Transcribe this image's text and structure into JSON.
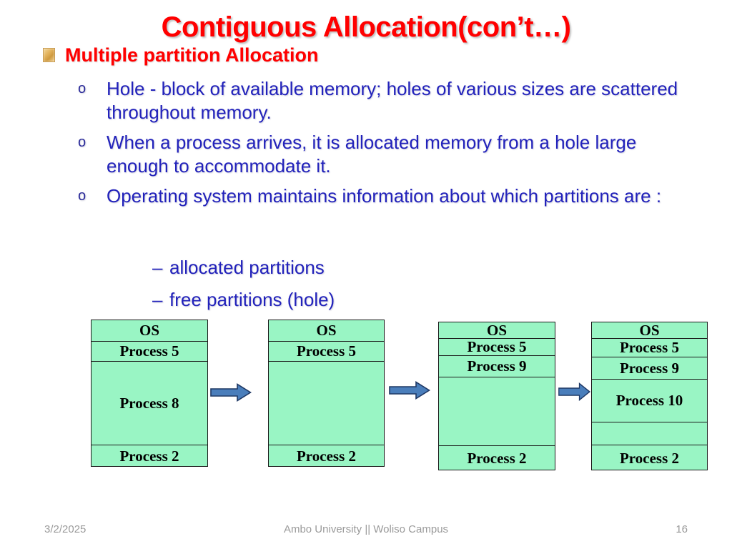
{
  "slide": {
    "title": "Contiguous Allocation(con’t…)",
    "heading_bullet_icon": "gold-square-bullet-icon",
    "heading": "Multiple partition Allocation",
    "bullets": [
      {
        "marker": "o",
        "text": "Hole - block of available memory; holes of various sizes are scattered throughout memory."
      },
      {
        "marker": "o",
        "text": "When a process arrives, it is allocated memory from a hole large enough to accommodate it."
      },
      {
        "marker": "o",
        "text": "Operating system maintains information about which partitions are :"
      }
    ],
    "sub_bullets": [
      {
        "marker": "–",
        "text": "allocated partitions"
      },
      {
        "marker": "–",
        "text": "free partitions (hole)"
      }
    ]
  },
  "diagram": {
    "type": "memory-partition-sequence",
    "block_fill_color": "#99f5c4",
    "block_border_color": "#1a1a1a",
    "arrow_fill_color": "#4a7ebb",
    "arrow_border_color": "#1f3864",
    "arrow_icon": "right-arrow-icon",
    "columns": [
      {
        "name": "memory-state-1",
        "cells": [
          {
            "label": "OS",
            "hole": false
          },
          {
            "label": "Process 5",
            "hole": false
          },
          {
            "label": "Process 8",
            "hole": false
          },
          {
            "label": "Process 2",
            "hole": false
          }
        ]
      },
      {
        "name": "memory-state-2",
        "cells": [
          {
            "label": "OS",
            "hole": false
          },
          {
            "label": "Process 5",
            "hole": false
          },
          {
            "label": "",
            "hole": true
          },
          {
            "label": "Process 2",
            "hole": false
          }
        ]
      },
      {
        "name": "memory-state-3",
        "cells": [
          {
            "label": "OS",
            "hole": false
          },
          {
            "label": "Process 5",
            "hole": false
          },
          {
            "label": "Process 9",
            "hole": false
          },
          {
            "label": "",
            "hole": true
          },
          {
            "label": "Process 2",
            "hole": false
          }
        ]
      },
      {
        "name": "memory-state-4",
        "cells": [
          {
            "label": "OS",
            "hole": false
          },
          {
            "label": "Process 5",
            "hole": false
          },
          {
            "label": "Process 9",
            "hole": false
          },
          {
            "label": "Process 10",
            "hole": false
          },
          {
            "label": "",
            "hole": true
          },
          {
            "label": "Process 2",
            "hole": false
          }
        ]
      }
    ]
  },
  "footer": {
    "date": "3/2/2025",
    "center": "Ambo University || Woliso Campus",
    "page_number": "16"
  }
}
